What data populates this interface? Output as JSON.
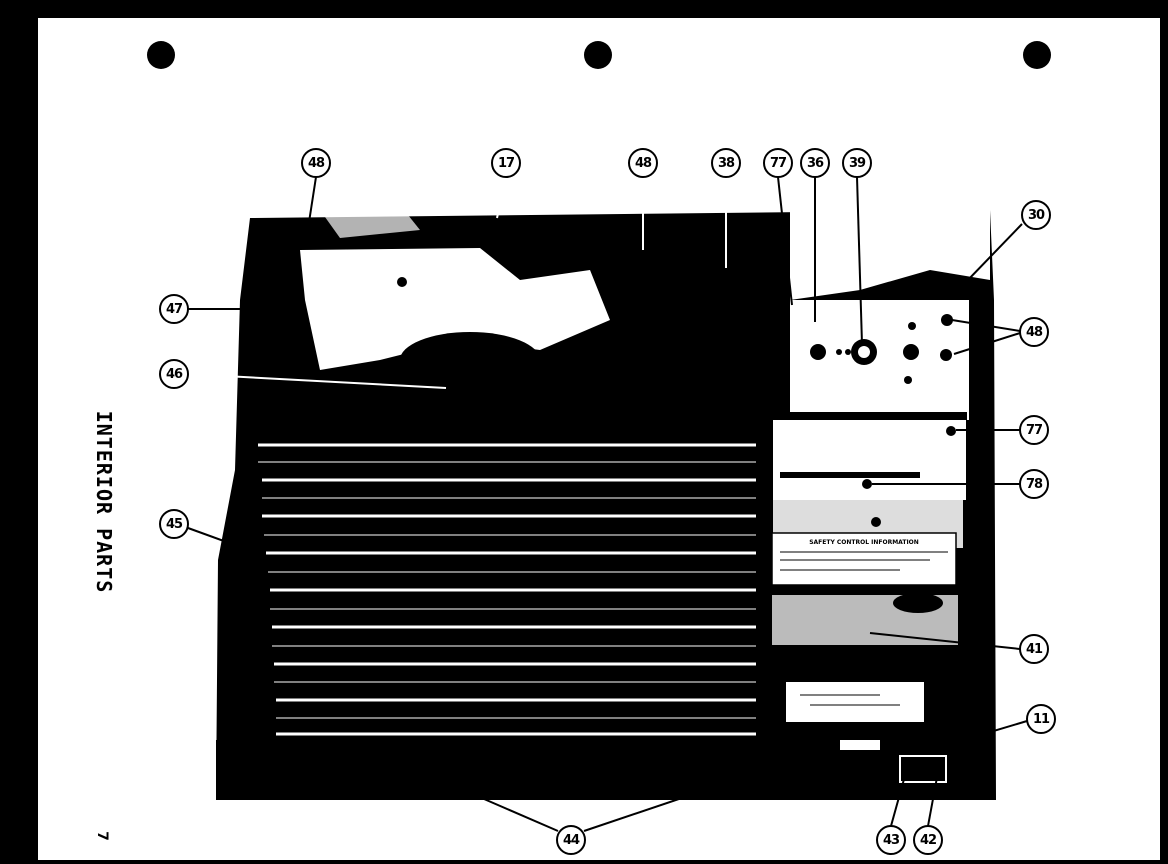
{
  "title": "INTERIOR PARTS",
  "page_number": "7",
  "callouts": [
    {
      "id": "c1",
      "label": "48"
    },
    {
      "id": "c2",
      "label": "17"
    },
    {
      "id": "c3",
      "label": "48"
    },
    {
      "id": "c4",
      "label": "38"
    },
    {
      "id": "c5",
      "label": "77"
    },
    {
      "id": "c6",
      "label": "36"
    },
    {
      "id": "c7",
      "label": "39"
    },
    {
      "id": "c8",
      "label": "30"
    },
    {
      "id": "c9",
      "label": "47"
    },
    {
      "id": "c10",
      "label": "46"
    },
    {
      "id": "c11",
      "label": "48"
    },
    {
      "id": "c12",
      "label": "77"
    },
    {
      "id": "c13",
      "label": "78"
    },
    {
      "id": "c14",
      "label": "45"
    },
    {
      "id": "c15",
      "label": "41"
    },
    {
      "id": "c16",
      "label": "11"
    },
    {
      "id": "c17",
      "label": "44"
    },
    {
      "id": "c18",
      "label": "43"
    },
    {
      "id": "c19",
      "label": "42"
    }
  ],
  "nameplate_text": "SAFETY CONTROL INFORMATION"
}
